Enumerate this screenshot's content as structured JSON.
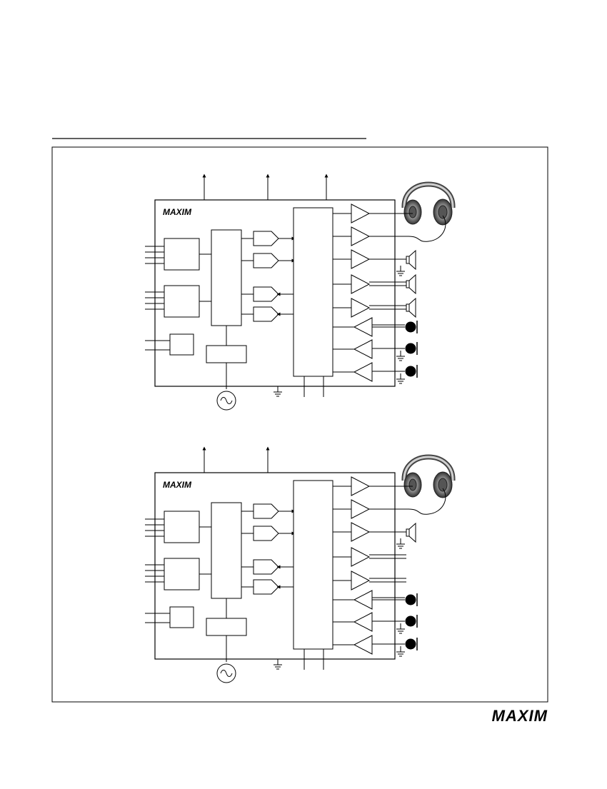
{
  "page": {
    "header_rule_label": "",
    "footer_logo": "MAXIM"
  },
  "diagrams": [
    {
      "logo": "MAXIM",
      "output_arrows": 3,
      "input_lines_adc1": 4,
      "input_lines_adc2": 4,
      "input_lines_small": 2,
      "speakers": [
        "speaker-1",
        "speaker-2",
        "speaker-3"
      ],
      "jacks": [
        "jack-1",
        "jack-2",
        "jack-3"
      ]
    },
    {
      "logo": "MAXIM",
      "output_arrows": 2,
      "input_lines_adc1": 4,
      "input_lines_adc2": 4,
      "input_lines_small": 2,
      "speakers": [
        "speaker-1"
      ],
      "jacks": [
        "jack-1",
        "jack-2",
        "jack-3"
      ]
    }
  ],
  "colors": {
    "stroke": "#000000",
    "background": "#ffffff"
  }
}
